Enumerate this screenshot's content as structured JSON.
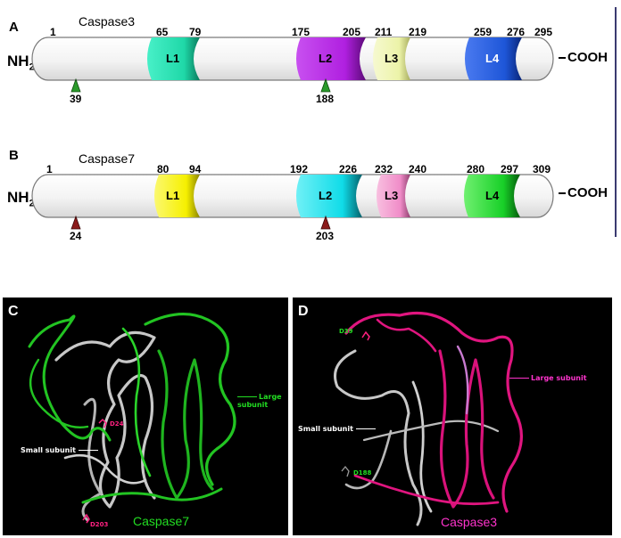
{
  "colors": {
    "bar_fill": "#f1f1f1",
    "bar_stroke": "#7a7a7a",
    "casp3_L1": "#1fd8a8",
    "casp3_L2": "#b020e0",
    "casp3_L3": "#ecf3a8",
    "casp3_L4": "#1e56d8",
    "casp7_L1": "#f6f000",
    "casp7_L2": "#10dce8",
    "casp7_L3": "#f08cc8",
    "casp7_L4": "#18d028",
    "site_casp3": "#2a9a2a",
    "site_casp7": "#8b1a1a",
    "panel_bg": "#000000",
    "ribbon_small": "#c8c8c8",
    "ribbon_casp7": "#22c422",
    "ribbon_casp3": "#e0157f"
  },
  "panel_A": {
    "letter": "A",
    "protein": "Caspase3",
    "n_term": "NH",
    "n_term_sub": "2",
    "c_term": "COOH",
    "positions": [
      "1",
      "65",
      "79",
      "175",
      "205",
      "211",
      "219",
      "259",
      "276",
      "295"
    ],
    "loops": [
      "L1",
      "L2",
      "L3",
      "L4"
    ],
    "sites": [
      "39",
      "188"
    ]
  },
  "panel_B": {
    "letter": "B",
    "protein": "Caspase7",
    "n_term": "NH",
    "n_term_sub": "2",
    "c_term": "COOH",
    "positions": [
      "1",
      "80",
      "94",
      "192",
      "226",
      "232",
      "240",
      "280",
      "297",
      "309"
    ],
    "loops": [
      "L1",
      "L2",
      "L3",
      "L4"
    ],
    "sites": [
      "24",
      "203"
    ]
  },
  "panel_C": {
    "letter": "C",
    "large_label": "Large subunit",
    "small_label": "Small subunit",
    "res1": "D24",
    "res2": "D203",
    "caption": "Caspase7"
  },
  "panel_D": {
    "letter": "D",
    "large_label": "Large subunit",
    "small_label": "Small subunit",
    "res1": "D39",
    "res2": "D188",
    "caption": "Caspase3"
  }
}
